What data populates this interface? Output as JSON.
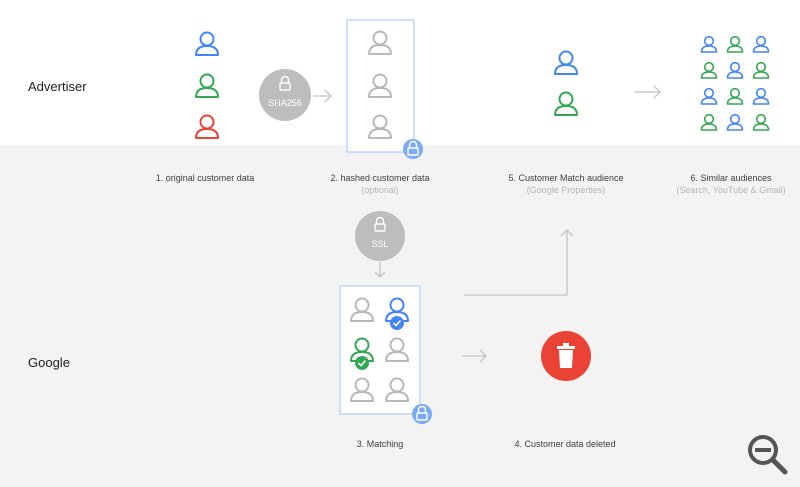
{
  "rows": {
    "advertiser": "Advertiser",
    "google": "Google"
  },
  "badges": {
    "sha": "SHA256",
    "ssl": "SSL"
  },
  "steps": {
    "s1": {
      "label": "1. original customer data"
    },
    "s2": {
      "label": "2. hashed customer data",
      "sub": "(optional)"
    },
    "s3": {
      "label": "3. Matching"
    },
    "s4": {
      "label": "4. Customer data deleted"
    },
    "s5": {
      "label": "5. Customer Match audience",
      "sub": "(Google Properties)"
    },
    "s6": {
      "label": "6. Similar audiences",
      "sub": "(Search, YouTube & Gmail)"
    }
  },
  "colors": {
    "blue": "#4285f4",
    "green": "#34a853",
    "red": "#ea4335",
    "gray": "#b8b8b8",
    "badge_gray": "#bdbdbd",
    "box_border": "#aecbfa",
    "arrow": "#c4c4c4"
  },
  "icons": [
    "person-icon",
    "lock-icon",
    "check-icon",
    "trash-icon",
    "zoom-out-icon"
  ]
}
